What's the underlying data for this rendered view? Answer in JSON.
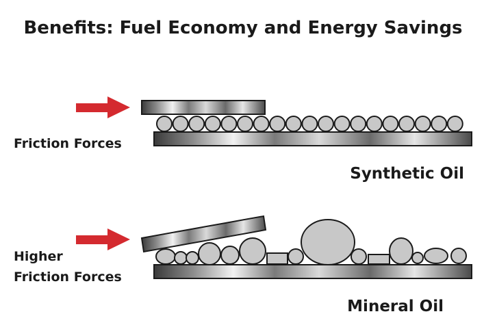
{
  "title": "Benefits: Fuel Economy and Energy Savings",
  "synthetic": {
    "force_label": "Friction Forces",
    "oil_label": "Synthetic Oil"
  },
  "mineral": {
    "force_label_line1": "Higher",
    "force_label_line2": "Friction Forces",
    "oil_label": "Mineral Oil"
  },
  "colors": {
    "arrow": "#d42a2f",
    "particle_fill": "#c8c8c8",
    "outline": "#1a1a1a"
  }
}
